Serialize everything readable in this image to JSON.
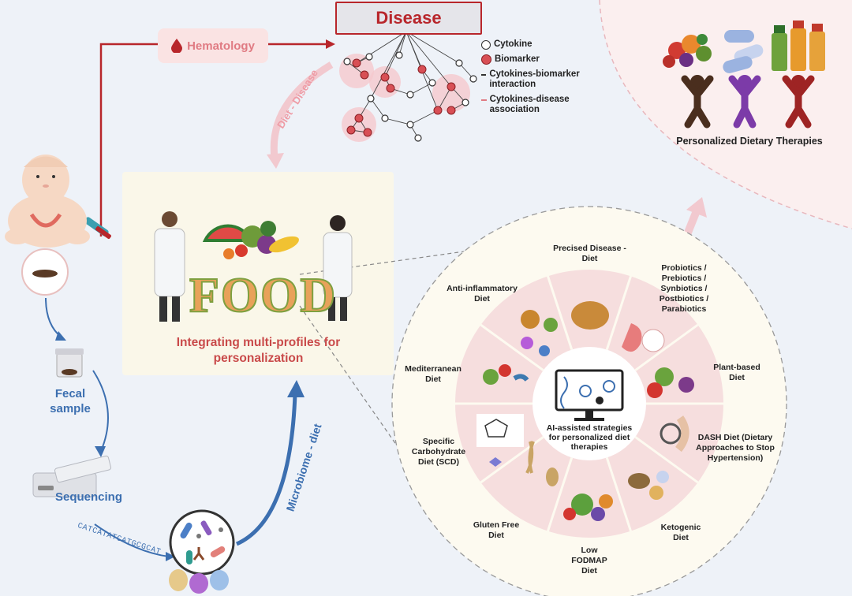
{
  "disease": {
    "title": "Disease"
  },
  "hematology": {
    "label": "Hematology"
  },
  "arrows": {
    "diet_disease": "Diet - Disease",
    "microbiome_diet": "Microbiome - diet"
  },
  "legend": {
    "cytokine": "Cytokine",
    "biomarker": "Biomarker",
    "interaction": "Cytokines-biomarker interaction",
    "association": "Cytokines-disease association"
  },
  "therapies": {
    "title": "Personalized Dietary Therapies"
  },
  "center": {
    "food_word": "FOOD",
    "caption": "Integrating multi-profiles for personalization"
  },
  "left_flow": {
    "fecal_sample": "Fecal sample",
    "sequencing": "Sequencing",
    "dna": "CATCATATCATGCGCAT"
  },
  "wheel": {
    "center_text": "AI-assisted strategies for personalized diet therapies",
    "segments": [
      {
        "label": "Precised Disease - Diet"
      },
      {
        "label": "Probiotics / Prebiotics / Synbiotics / Postbiotics / Parabiotics"
      },
      {
        "label": "Plant-based Diet"
      },
      {
        "label": "DASH Diet (Dietary Approaches to Stop Hypertension)"
      },
      {
        "label": "Ketogenic Diet"
      },
      {
        "label": "Low FODMAP Diet"
      },
      {
        "label": "Gluten Free Diet"
      },
      {
        "label": "Specific Carbohydrate Diet (SCD)"
      },
      {
        "label": "Mediterranean Diet"
      },
      {
        "label": "Anti-inflammatory Diet"
      }
    ]
  },
  "colors": {
    "disease_red": "#b8262b",
    "pink": "#f2c9cf",
    "blue": "#3c6fb0",
    "wheel_fill": "#f6dede"
  }
}
